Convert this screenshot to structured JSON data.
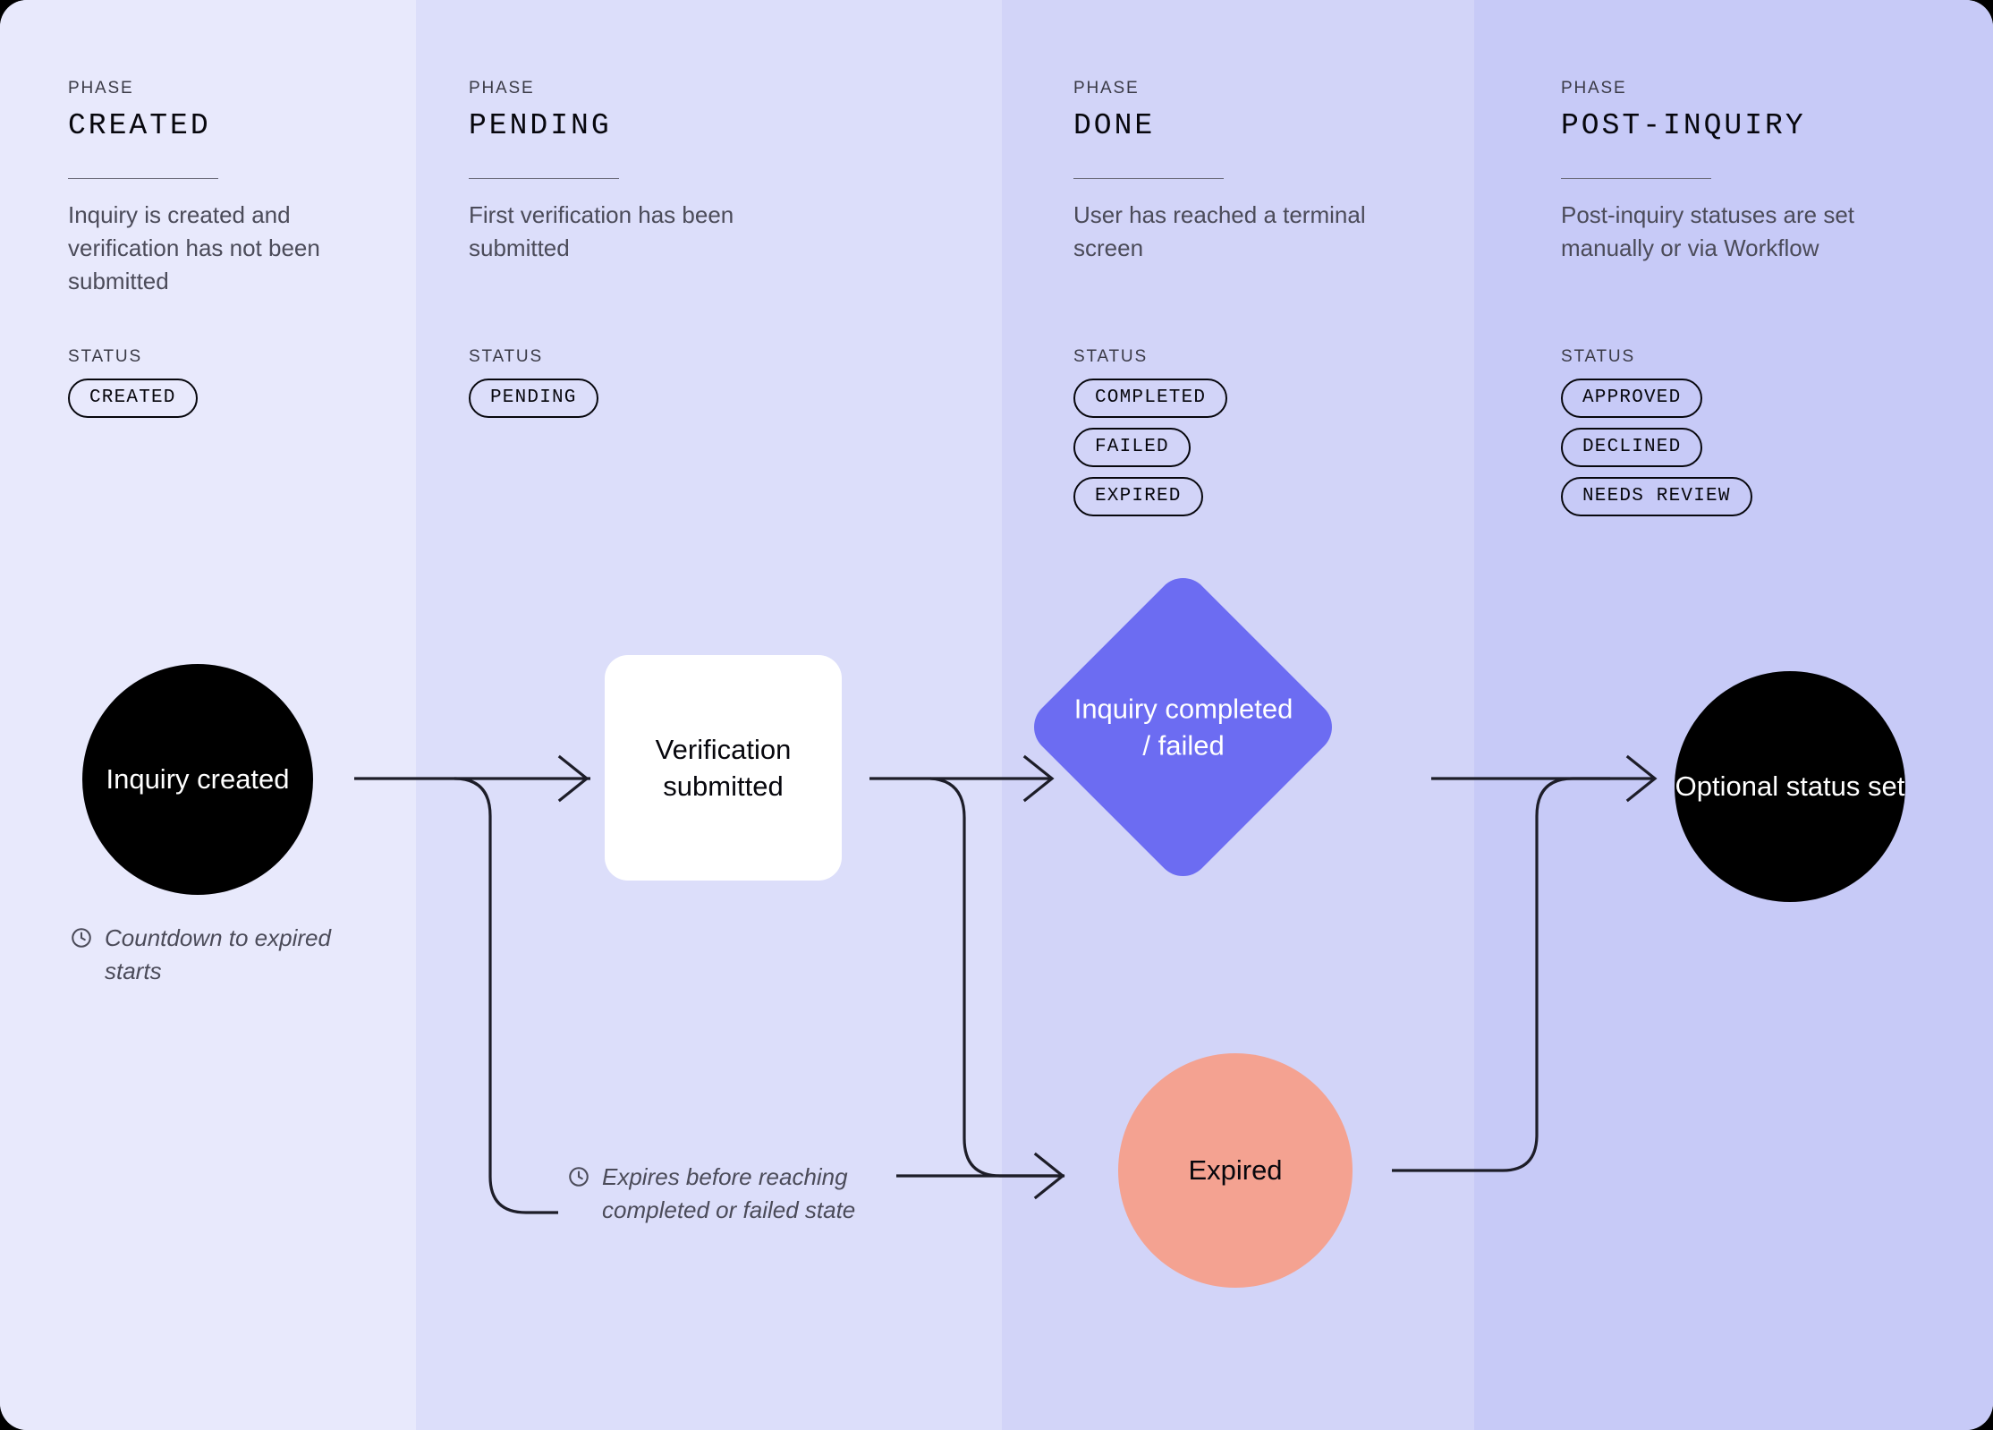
{
  "meta": {
    "kicker": "PHASE",
    "status_kicker": "STATUS",
    "background_colors": [
      "#E8E9FC",
      "#DCDEFA",
      "#D2D4F8",
      "#C7CAF7"
    ],
    "accent_diamond": "#6C6CF2",
    "accent_expired": "#F4A291",
    "node_dark": "#000000"
  },
  "phases": [
    {
      "title": "CREATED",
      "description": "Inquiry is created and verification has not been submitted",
      "statuses": [
        "CREATED"
      ]
    },
    {
      "title": "PENDING",
      "description": "First verification has been submitted",
      "statuses": [
        "PENDING"
      ]
    },
    {
      "title": "DONE",
      "description": "User has reached a terminal screen",
      "statuses": [
        "COMPLETED",
        "FAILED",
        "EXPIRED"
      ]
    },
    {
      "title": "POST-INQUIRY",
      "description": "Post-inquiry statuses are set manually or via Workflow",
      "statuses": [
        "APPROVED",
        "DECLINED",
        "NEEDS REVIEW"
      ]
    }
  ],
  "nodes": {
    "created": "Inquiry created",
    "verification": "Verification submitted",
    "diamond": "Inquiry completed / failed",
    "expired": "Expired",
    "optional": "Optional status set"
  },
  "annotations": {
    "countdown": "Countdown to expired starts",
    "expires": "Expires before reaching completed or failed state"
  }
}
